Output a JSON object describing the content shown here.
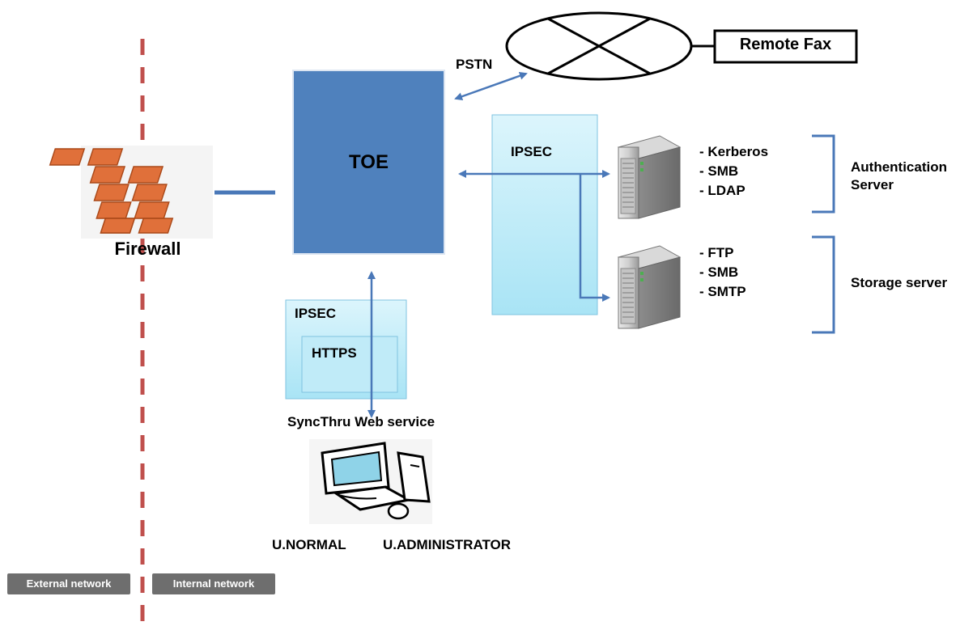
{
  "remote_fax": {
    "label": "Remote Fax"
  },
  "pstn": {
    "label": "PSTN"
  },
  "toe": {
    "label": "TOE"
  },
  "firewall": {
    "label": "Firewall"
  },
  "ipsec_servers": {
    "label": "IPSEC"
  },
  "web_channel": {
    "ipsec_label": "IPSEC",
    "https_label": "HTTPS",
    "service_label": "SyncThru Web service"
  },
  "auth_server": {
    "protocols": [
      "- Kerberos",
      "- SMB",
      "- LDAP"
    ],
    "label_line1": "Authentication",
    "label_line2": "Server"
  },
  "storage_server": {
    "protocols": [
      "- FTP",
      "- SMB",
      "- SMTP"
    ],
    "label": "Storage server"
  },
  "users": {
    "normal": "U.NORMAL",
    "admin": "U.ADMINISTRATOR"
  },
  "networks": {
    "external": "External network",
    "internal": "Internal network"
  },
  "colors": {
    "toe": "#4f81bd",
    "arrow": "#4a78b8",
    "ipsec_fill": "#c6eefa",
    "boundary": "#c0504d",
    "brick": "#e0703a"
  }
}
